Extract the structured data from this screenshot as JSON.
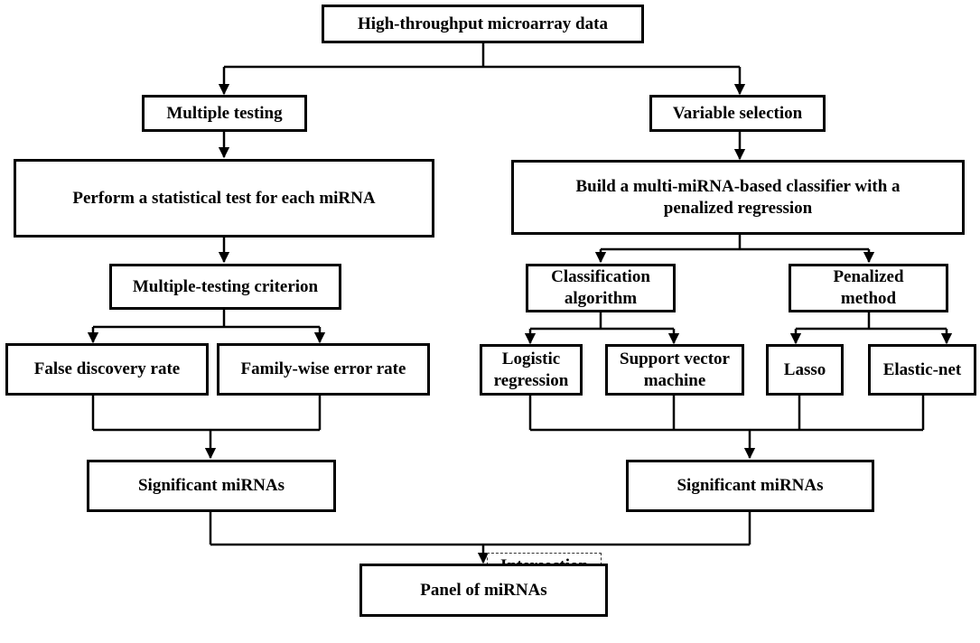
{
  "diagram": {
    "nodes": {
      "root": "High-throughput microarray data",
      "multiple_testing": "Multiple testing",
      "variable_selection": "Variable selection",
      "stat_test": "Perform a statistical test for each miRNA",
      "classifier_line1": "Build a multi-miRNA-based classifier with a",
      "classifier_line2": "penalized regression",
      "criterion": "Multiple-testing criterion",
      "class_algo_line1": "Classification",
      "class_algo_line2": "algorithm",
      "penalized_line1": "Penalized",
      "penalized_line2": "method",
      "fdr": "False discovery rate",
      "fwer": "Family-wise error rate",
      "logistic_line1": "Logistic",
      "logistic_line2": "regression",
      "svm_line1": "Support vector",
      "svm_line2": "machine",
      "lasso": "Lasso",
      "elastic": "Elastic-net",
      "sig_left": "Significant miRNAs",
      "sig_right": "Significant miRNAs",
      "intersection": "Intersection",
      "panel": "Panel of miRNAs"
    }
  }
}
